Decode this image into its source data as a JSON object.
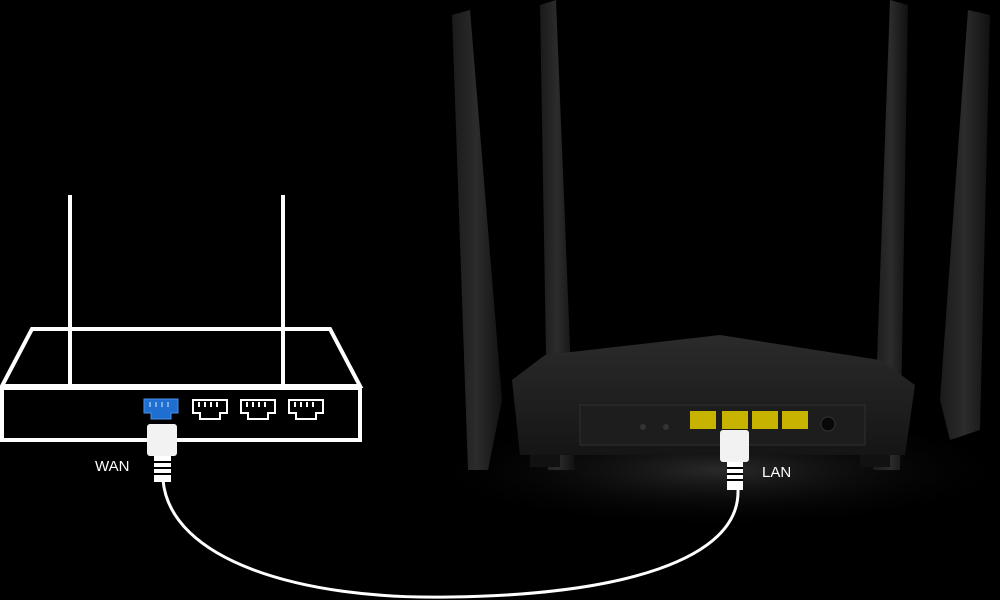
{
  "diagram": {
    "left_router": {
      "wan_port_label": "WAN",
      "port_count": 4,
      "wan_port_color": "#1e6fd0"
    },
    "right_router": {
      "lan_port_label": "LAN",
      "port_color": "#c8b400",
      "antenna_count": 4
    },
    "cable_color": "#ffffff",
    "background_color": "#000000"
  }
}
